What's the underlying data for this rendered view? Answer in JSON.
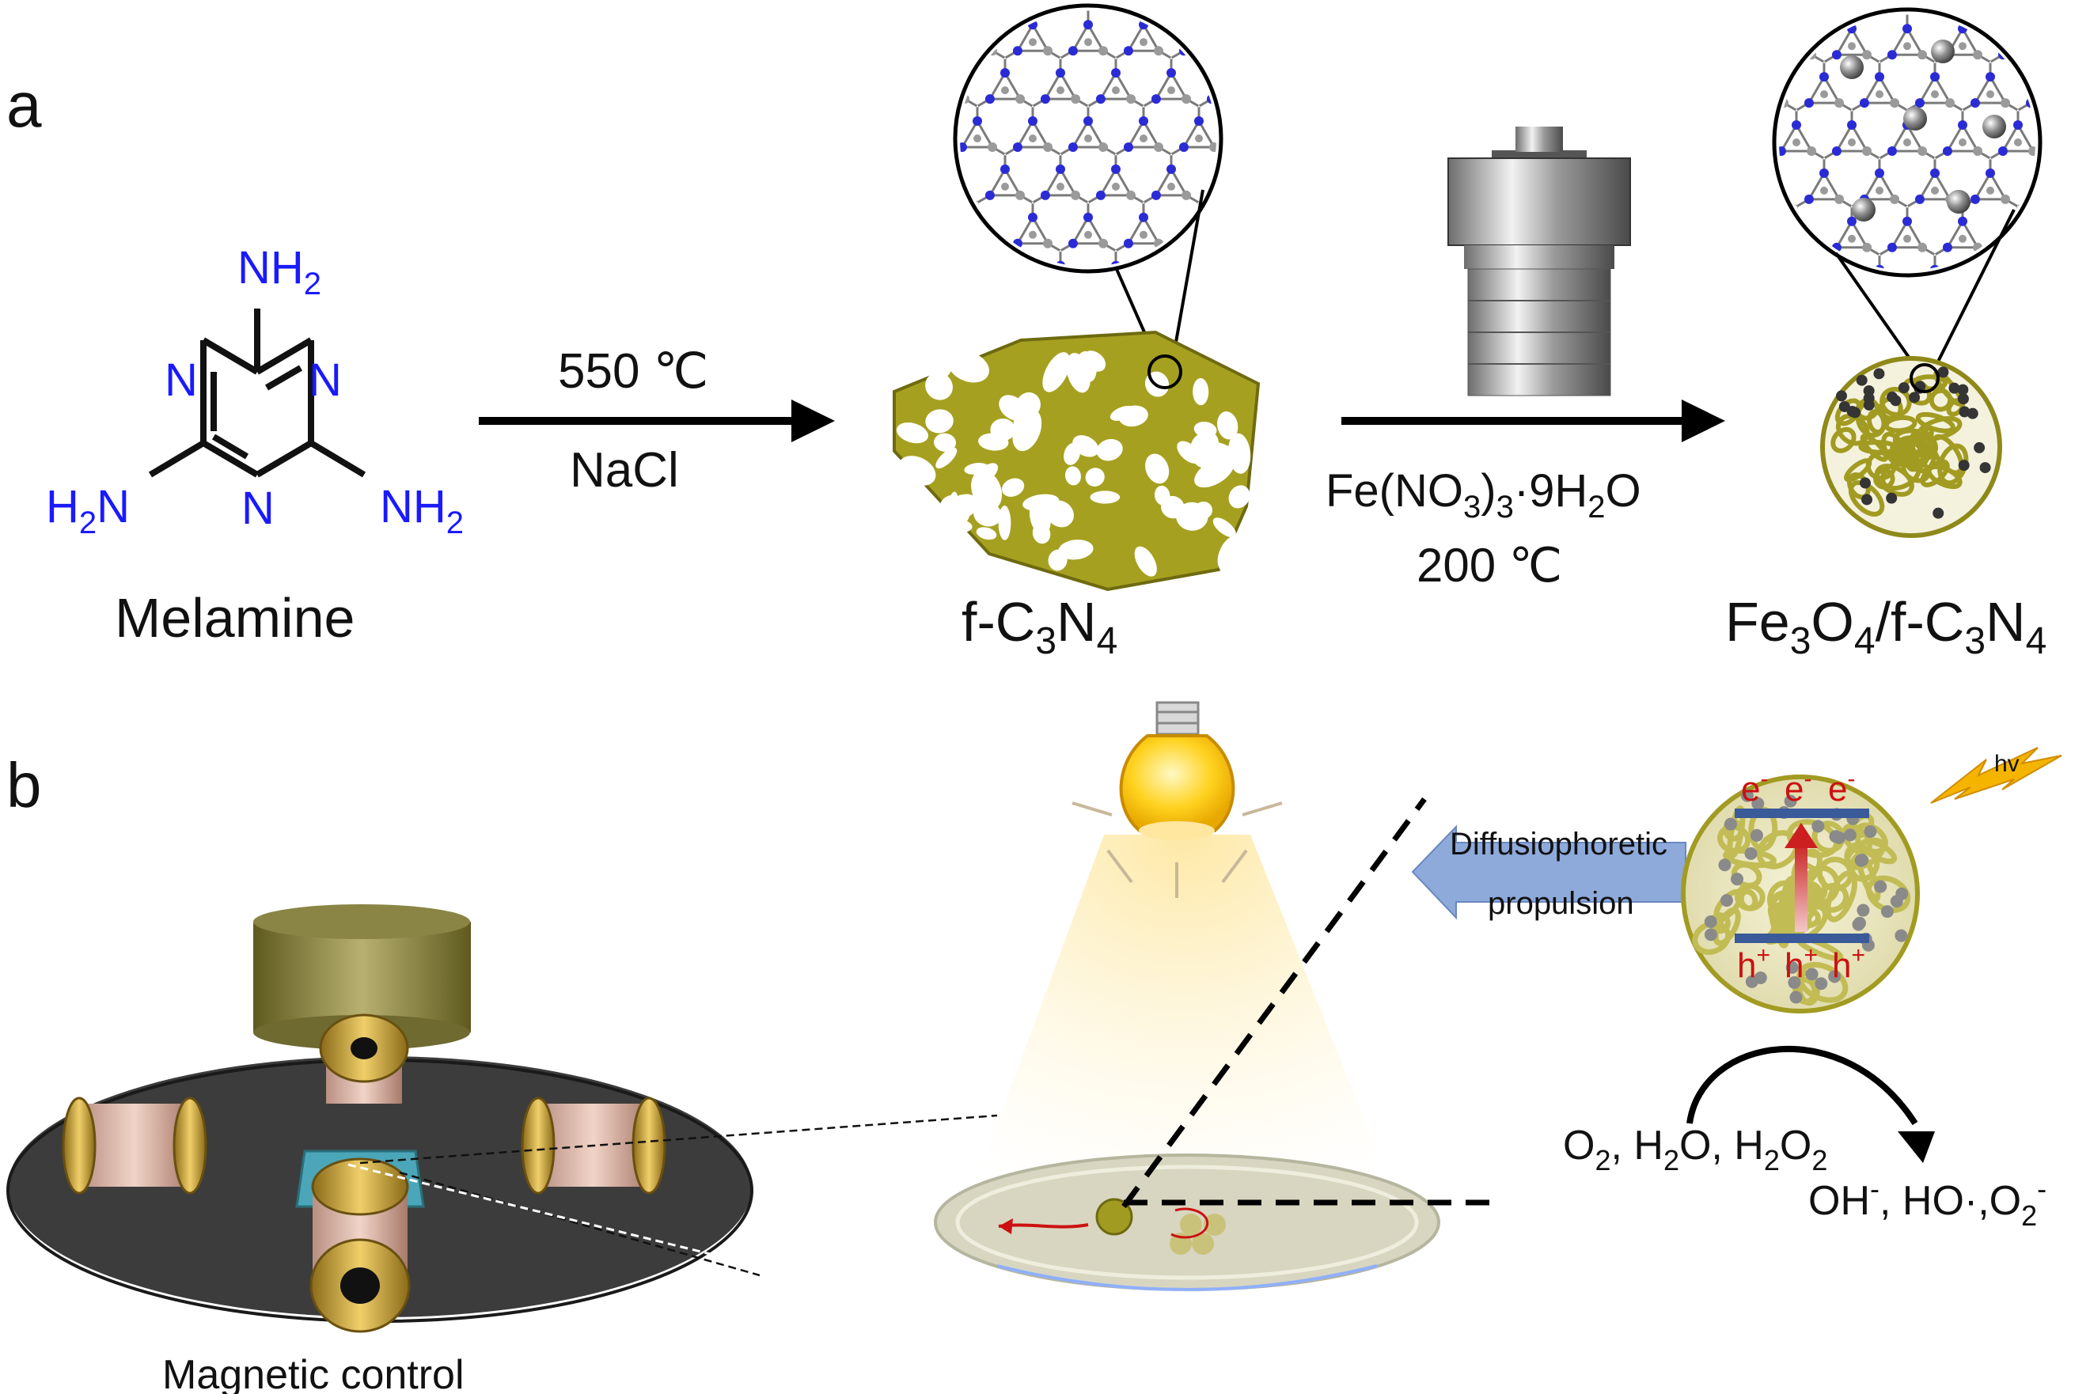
{
  "panels": {
    "a": {
      "label": "a",
      "melamine": {
        "name": "Melamine",
        "nh2": "NH",
        "h2n": "H",
        "h2n_n": "N",
        "sub2": "2",
        "ring_n": "N"
      },
      "step1": {
        "temp": "550 ℃",
        "salt": "NaCl"
      },
      "product1": {
        "prefix": "f-C",
        "sub1": "3",
        "mid": "N",
        "sub2": "4"
      },
      "step2": {
        "reagent_a": "Fe(NO",
        "reagent_sub1": "3",
        "reagent_b": ")",
        "reagent_sub2": "3",
        "reagent_c": "·9H",
        "reagent_sub3": "2",
        "reagent_d": "O",
        "temp": "200 ℃"
      },
      "product2": {
        "fe": "Fe",
        "s1": "3",
        "o": "O",
        "s2": "4",
        "rest": "/f-C",
        "s3": "3",
        "n": "N",
        "s4": "4"
      }
    },
    "b": {
      "label": "b",
      "setup_caption": "Magnetic control",
      "propulsion_line1": "Diffusiophoretic",
      "propulsion_line2": "propulsion",
      "light_label": "hv",
      "electron": "e",
      "electron_sup": "-",
      "hole": "h",
      "hole_sup": "+",
      "reactants": {
        "o": "O",
        "s1": "2",
        "sep1": ", H",
        "s2": "2",
        "o2": "O, H",
        "s3": "2",
        "o3": "O",
        "s4": "2"
      },
      "products": {
        "oh": "OH",
        "sup1": "-",
        "ho": ", HO·,O",
        "s1": "2",
        "sup2": "-"
      }
    }
  },
  "colors": {
    "arrow": "#000000",
    "mesh": "#a29b22",
    "nitrogen": "#2b2bd6",
    "carbon": "#9a9a9a",
    "iron_oxide": "#3a3a3a",
    "band": "#3a5a99",
    "propulsion_arrow": "#8eaadb",
    "lightning": "#f4b400",
    "heteroatom": "#1a1aff",
    "excited_label": "#cc1111"
  },
  "icons": [
    "autoclave-icon",
    "light-bulb-icon",
    "lightning-icon",
    "electromagnet-coil-icon",
    "petri-dish-icon"
  ]
}
